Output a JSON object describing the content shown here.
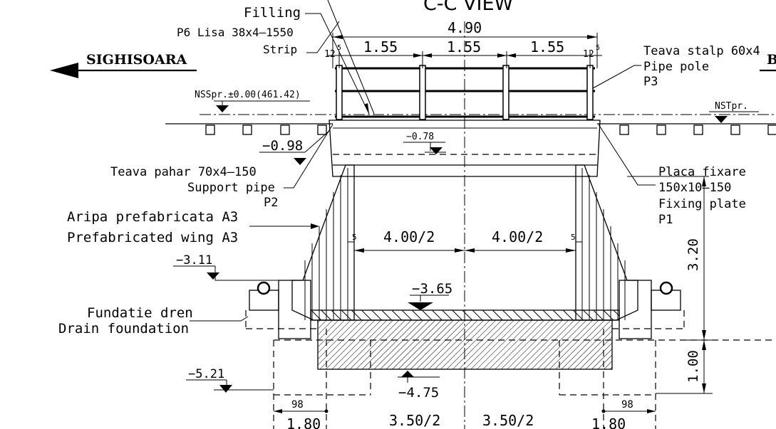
{
  "view_title": "C-C VIEW",
  "directions": {
    "left": "SIGHISOARA",
    "right_partial": "B"
  },
  "callouts": {
    "filling": "Filling",
    "lisa_ro": "P6 Lisa 38x4–1550",
    "lisa_en": "Strip",
    "pipe_pole_ro": "Teava stalp 60x4",
    "pipe_pole_en": "Pipe pole",
    "pipe_pole_code": "P3",
    "support_pipe_ro": "Teava pahar 70x4–150",
    "support_pipe_en": "Support pipe",
    "support_pipe_code": "P2",
    "fixing_plate_ro": "Placa fixare",
    "fixing_plate_size": "150x10–150",
    "fixing_plate_en": "Fixing plate",
    "fixing_plate_code": "P1",
    "wing_ro": "Aripa prefabricata A3",
    "wing_en": "Prefabricated wing A3",
    "drain_ro": "Fundatie dren",
    "drain_en": "Drain foundation"
  },
  "levels": {
    "nss": "NSSpr.±0.00(461.42)",
    "nst": "NSTpr.",
    "l098": "−0.98",
    "l078": "−0.78",
    "l311": "−3.11",
    "l365": "−3.65",
    "l475": "−4.75",
    "l521": "−5.21"
  },
  "dimensions": {
    "total_width": "4.90",
    "span_left": "1.55",
    "span_mid": "1.55",
    "span_right": "1.55",
    "edge_left_main": "12",
    "edge_left_sup": "5",
    "edge_right_main": "12",
    "edge_right_sup": "5",
    "half_left": "4.00/2",
    "half_right": "4.00/2",
    "wall_left": "5",
    "wall_right": "5",
    "height_wall": "3.20",
    "height_found": "1.00",
    "found_left": "98",
    "found_right": "98",
    "bottom_left": "1.80",
    "bottom_mid_left": "3.50/2",
    "bottom_mid_right": "3.50/2",
    "bottom_right": "1.80"
  }
}
